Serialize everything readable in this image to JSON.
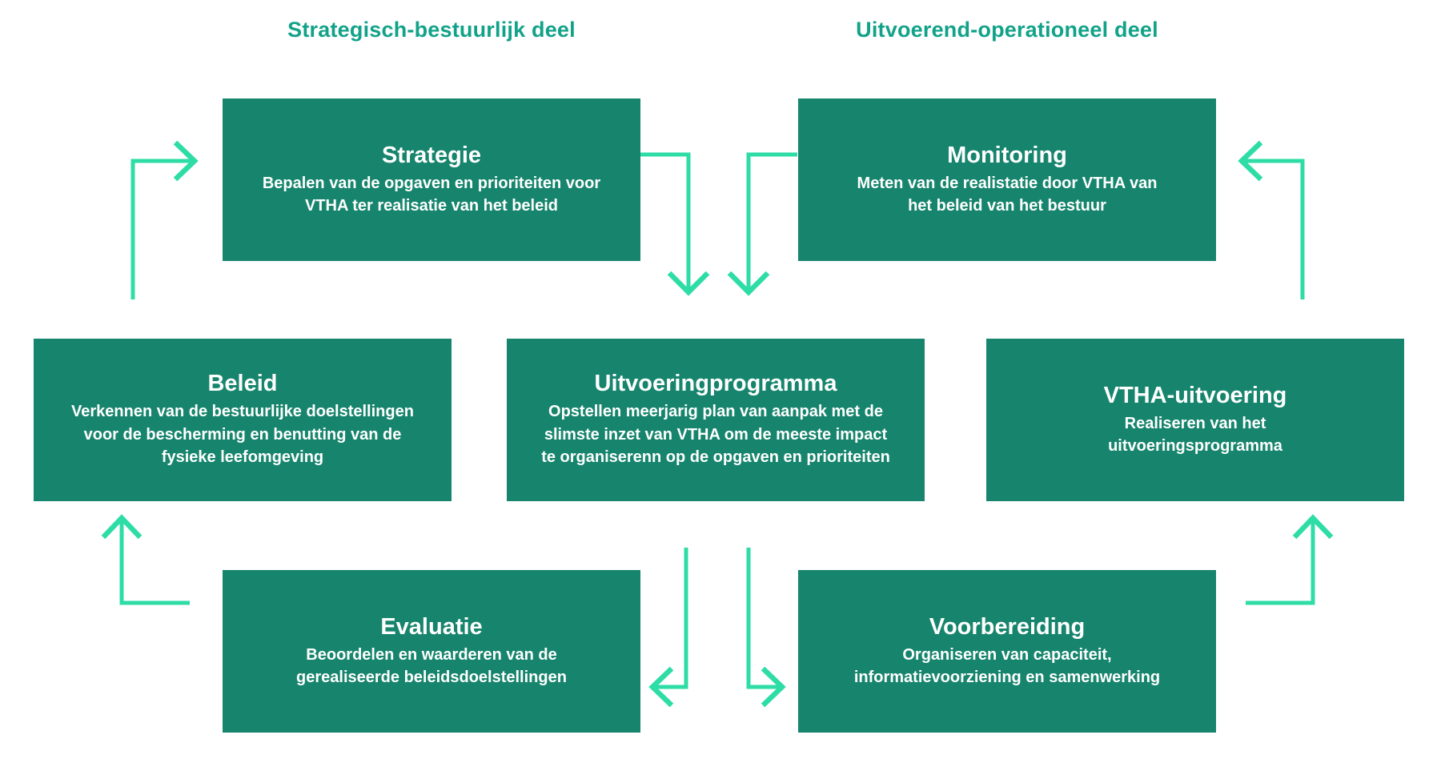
{
  "headers": {
    "left": "Strategisch-bestuurlijk deel",
    "right": "Uitvoerend-operationeel deel"
  },
  "boxes": [
    {
      "id": "strategie",
      "title": "Strategie",
      "description": "Bepalen van de opgaven en prioriteiten voor VTHA ter realisatie van het beleid"
    },
    {
      "id": "monitoring",
      "title": "Monitoring",
      "description": "Meten van de realistatie door VTHA van het beleid van het bestuur"
    },
    {
      "id": "beleid",
      "title": "Beleid",
      "description": "Verkennen van de bestuurlijke doelstellingen voor de bescherming en benutting van de fysieke leefomgeving"
    },
    {
      "id": "uitvoeringprogramma",
      "title": "Uitvoeringprogramma",
      "description": "Opstellen meerjarig plan van aanpak met de slimste inzet van VTHA om de meeste impact te organiserenn op de opgaven en prioriteiten"
    },
    {
      "id": "vtha-uitvoering",
      "title": "VTHA-uitvoering",
      "description": "Realiseren van het uitvoeringsprogramma"
    },
    {
      "id": "evaluatie",
      "title": "Evaluatie",
      "description": "Beoordelen en waarderen van de gerealiseerde beleidsdoelstellingen"
    },
    {
      "id": "voorbereiding",
      "title": "Voorbereiding",
      "description": "Organiseren van capaciteit, informatievoorziening en samenwerking"
    }
  ],
  "arrows": [
    {
      "from": "Beleid",
      "to": "Strategie",
      "shape": "up-then-right"
    },
    {
      "from": "Strategie",
      "to": "Uitvoeringprogramma",
      "shape": "right-then-down"
    },
    {
      "from": "Monitoring",
      "to": "Uitvoeringprogramma",
      "shape": "left-then-down"
    },
    {
      "from": "Uitvoeringprogramma",
      "to": "Evaluatie",
      "shape": "down-then-left"
    },
    {
      "from": "Uitvoeringprogramma",
      "to": "Voorbereiding",
      "shape": "down-then-right"
    },
    {
      "from": "Evaluatie",
      "to": "Beleid",
      "shape": "left-then-up"
    },
    {
      "from": "VTHA-uitvoering",
      "to": "Monitoring",
      "shape": "up-then-left"
    },
    {
      "from": "Voorbereiding",
      "to": "VTHA-uitvoering",
      "shape": "right-then-up"
    }
  ],
  "colors": {
    "box_fill": "#17856D",
    "box_text": "#FFFFFF",
    "section_header_text": "#12A289",
    "arrow": "#2EDDA6",
    "background": "#FFFFFF"
  }
}
